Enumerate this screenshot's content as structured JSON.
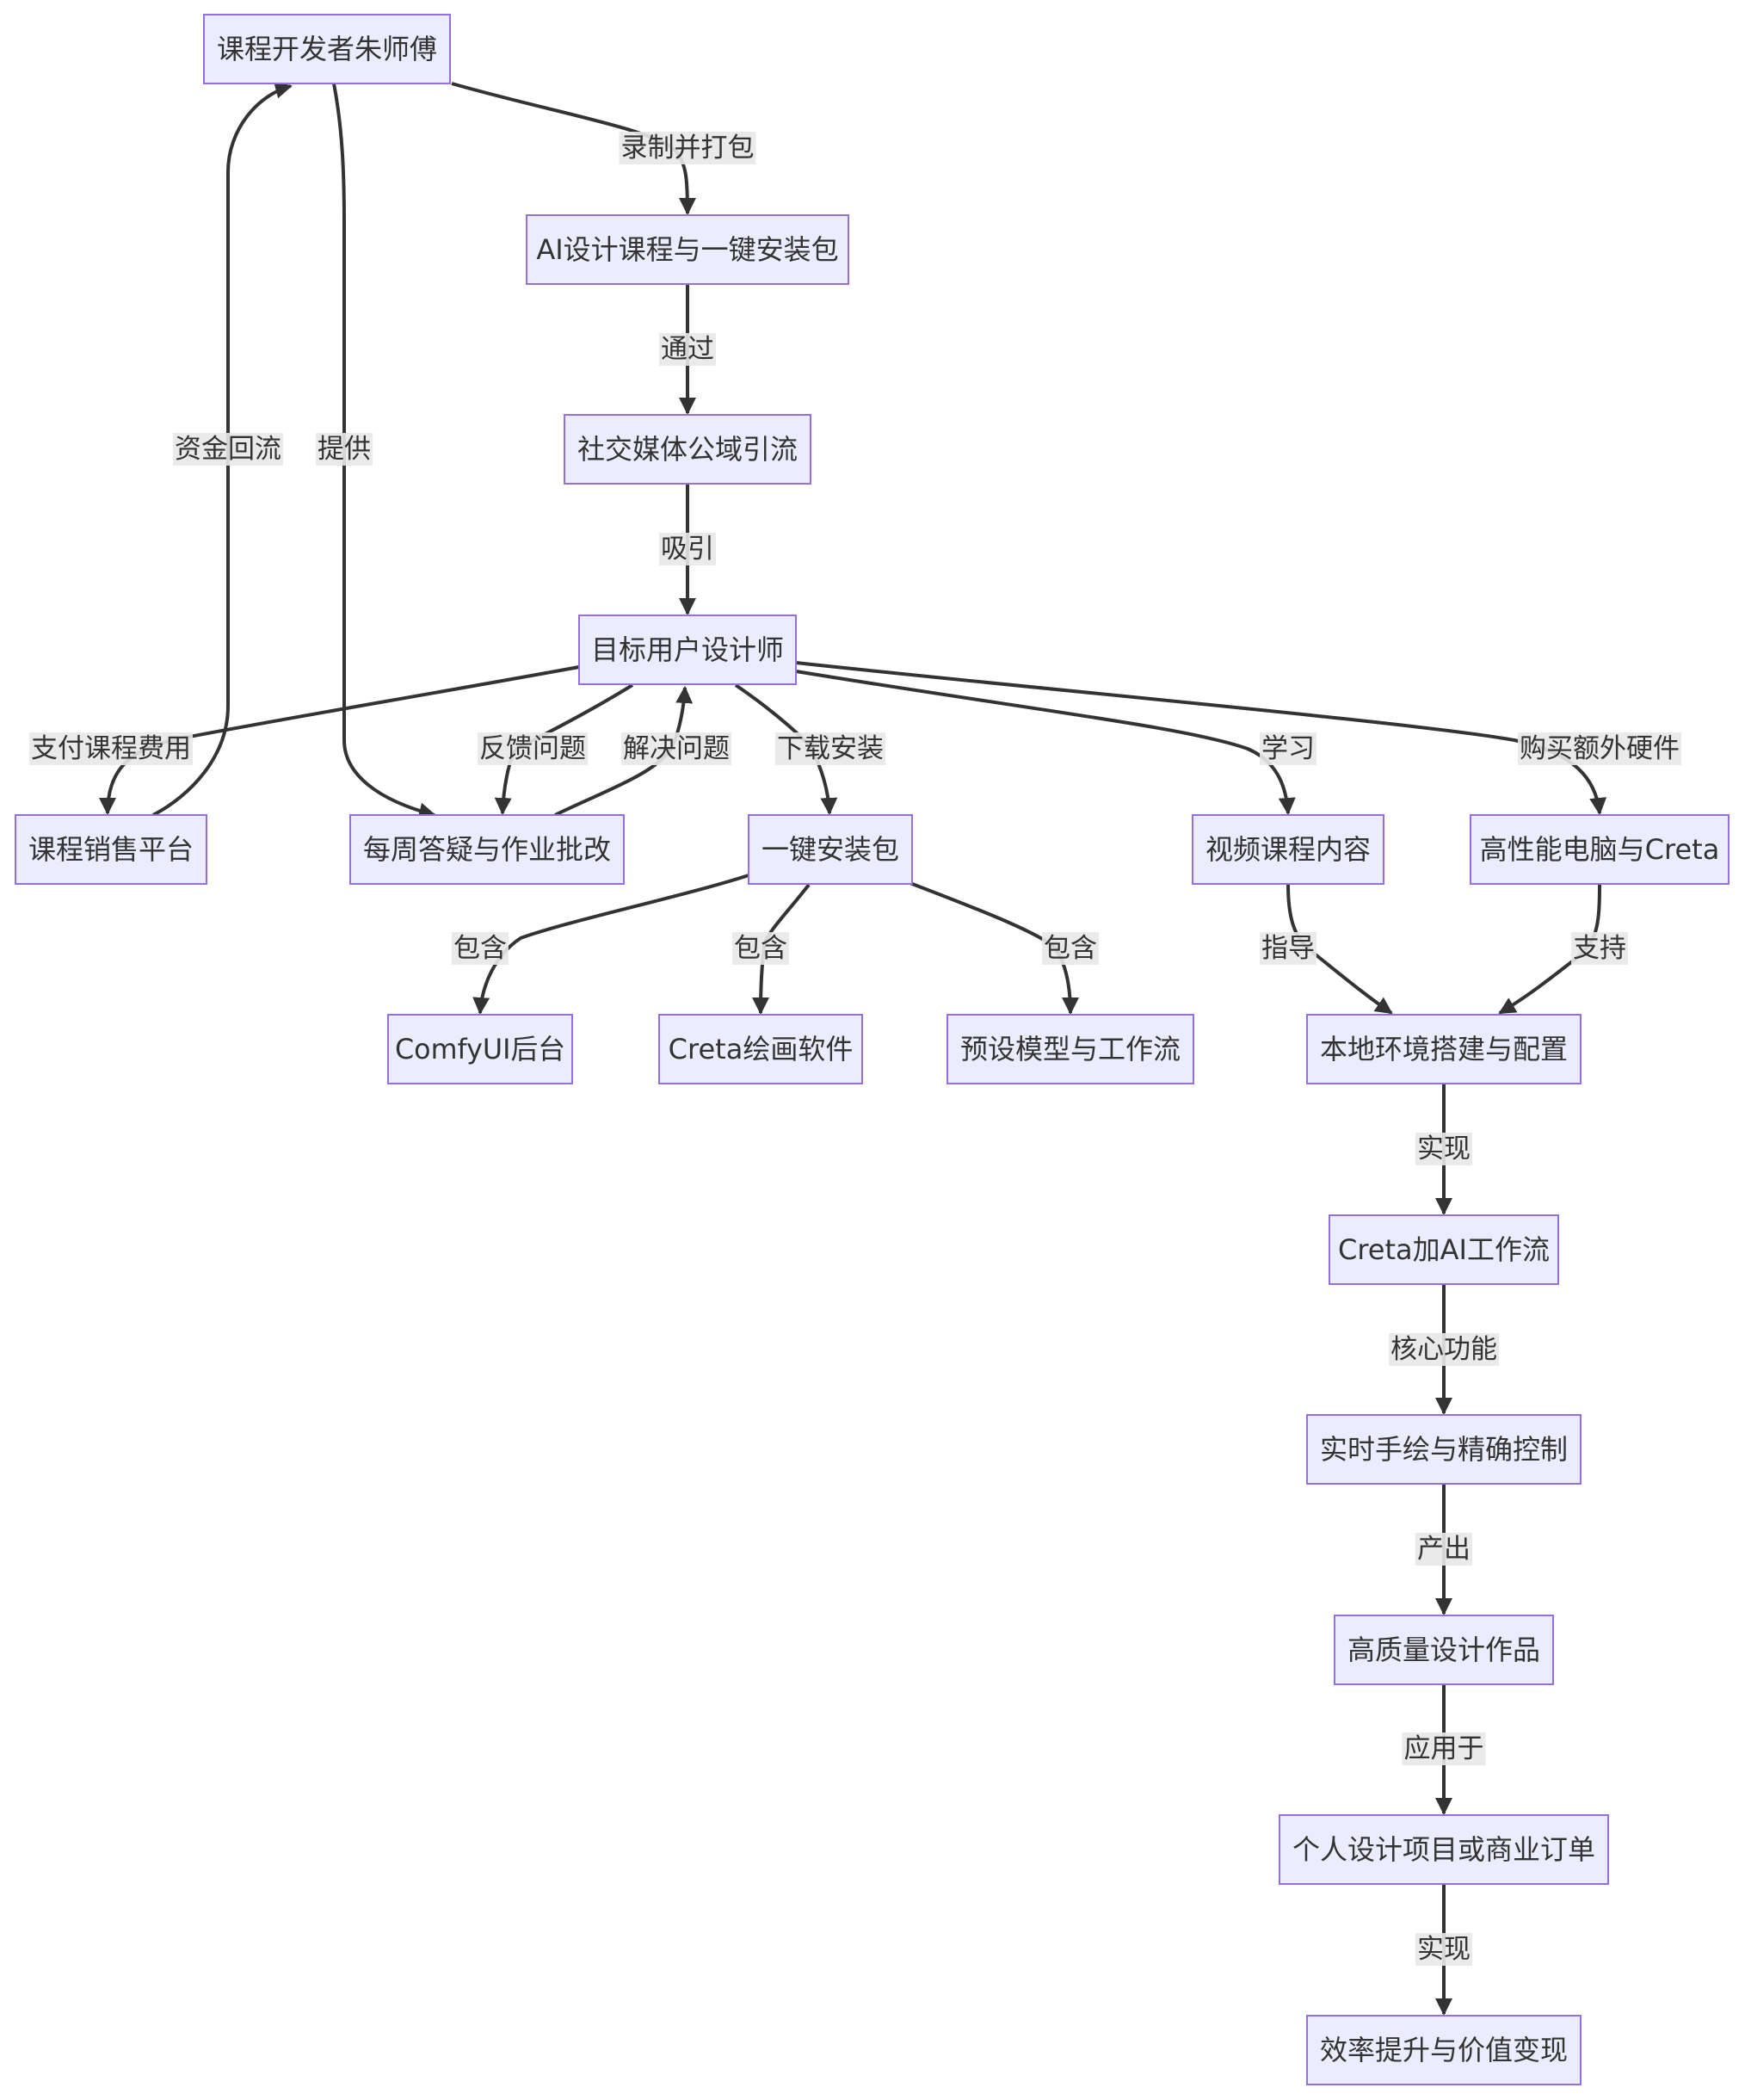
{
  "nodes": [
    {
      "id": "zhu",
      "label": "课程开发者朱师傅"
    },
    {
      "id": "course",
      "label": "AI设计课程与一键安装包"
    },
    {
      "id": "social",
      "label": "社交媒体公域引流"
    },
    {
      "id": "target",
      "label": "目标用户设计师"
    },
    {
      "id": "platform",
      "label": "课程销售平台"
    },
    {
      "id": "qa",
      "label": "每周答疑与作业批改"
    },
    {
      "id": "pkg",
      "label": "一键安装包"
    },
    {
      "id": "video",
      "label": "视频课程内容"
    },
    {
      "id": "pc",
      "label": "高性能电脑与Creta"
    },
    {
      "id": "comfy",
      "label": "ComfyUI后台"
    },
    {
      "id": "creta_sw",
      "label": "Creta绘画软件"
    },
    {
      "id": "preset",
      "label": "预设模型与工作流"
    },
    {
      "id": "local",
      "label": "本地环境搭建与配置"
    },
    {
      "id": "workflow",
      "label": "Creta加AI工作流"
    },
    {
      "id": "realtime",
      "label": "实时手绘与精确控制"
    },
    {
      "id": "works",
      "label": "高质量设计作品"
    },
    {
      "id": "orders",
      "label": "个人设计项目或商业订单"
    },
    {
      "id": "value",
      "label": "效率提升与价值变现"
    }
  ],
  "edges": [
    {
      "from": "zhu",
      "to": "course",
      "label": "录制并打包"
    },
    {
      "from": "course",
      "to": "social",
      "label": "通过"
    },
    {
      "from": "social",
      "to": "target",
      "label": "吸引"
    },
    {
      "from": "target",
      "to": "platform",
      "label": "支付课程费用"
    },
    {
      "from": "platform",
      "to": "zhu",
      "label": "资金回流"
    },
    {
      "from": "zhu",
      "to": "qa",
      "label": "提供"
    },
    {
      "from": "target",
      "to": "qa",
      "label": "反馈问题"
    },
    {
      "from": "qa",
      "to": "target",
      "label": "解决问题"
    },
    {
      "from": "target",
      "to": "pkg",
      "label": "下载安装"
    },
    {
      "from": "target",
      "to": "video",
      "label": "学习"
    },
    {
      "from": "target",
      "to": "pc",
      "label": "购买额外硬件"
    },
    {
      "from": "pkg",
      "to": "comfy",
      "label": "包含"
    },
    {
      "from": "pkg",
      "to": "creta_sw",
      "label": "包含"
    },
    {
      "from": "pkg",
      "to": "preset",
      "label": "包含"
    },
    {
      "from": "video",
      "to": "local",
      "label": "指导"
    },
    {
      "from": "pc",
      "to": "local",
      "label": "支持"
    },
    {
      "from": "local",
      "to": "workflow",
      "label": "实现"
    },
    {
      "from": "workflow",
      "to": "realtime",
      "label": "核心功能"
    },
    {
      "from": "realtime",
      "to": "works",
      "label": "产出"
    },
    {
      "from": "works",
      "to": "orders",
      "label": "应用于"
    },
    {
      "from": "orders",
      "to": "value",
      "label": "实现"
    }
  ]
}
